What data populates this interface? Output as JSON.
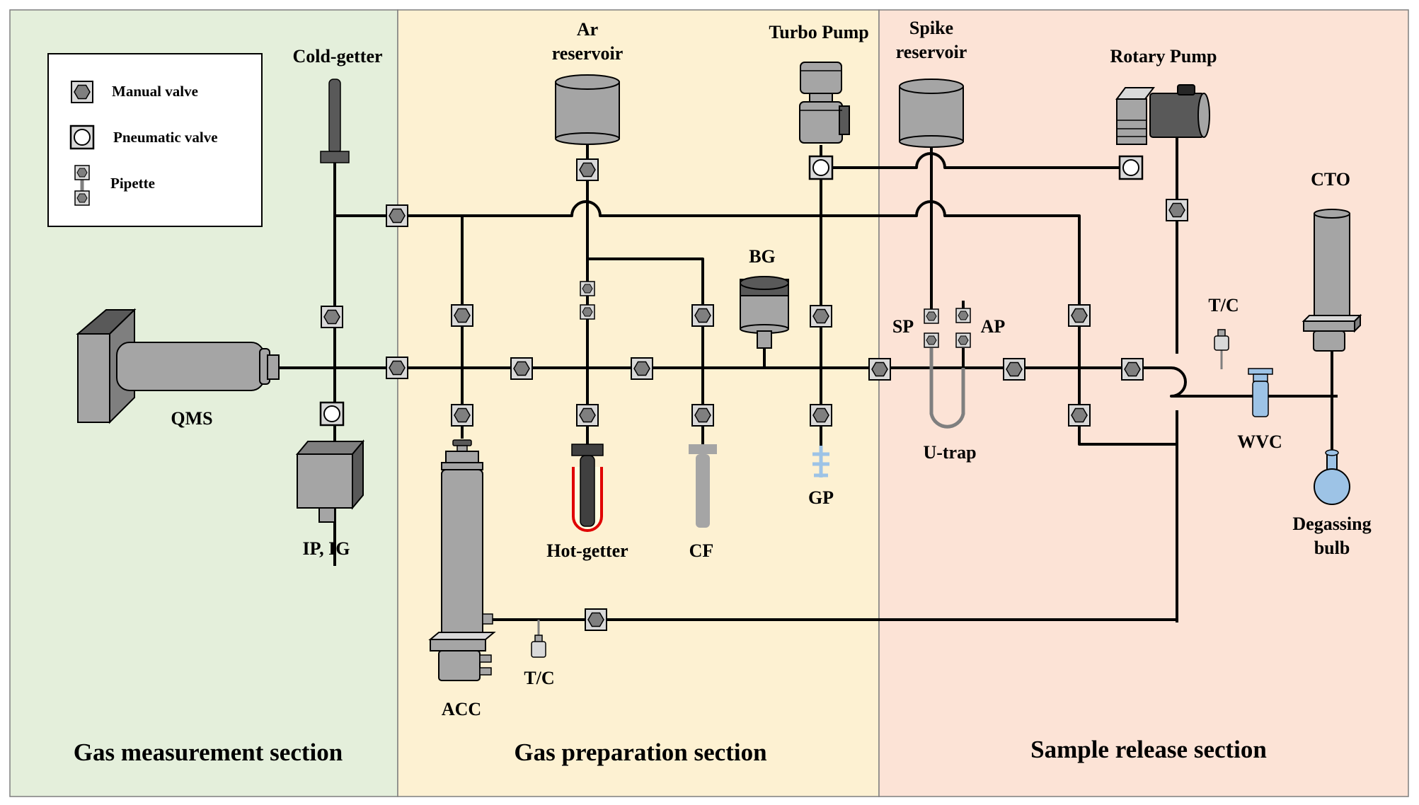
{
  "sections": {
    "gas_measurement": "Gas measurement section",
    "gas_preparation": "Gas preparation section",
    "sample_release": "Sample release section"
  },
  "legend": {
    "manual_valve": "Manual valve",
    "pneumatic_valve": "Pneumatic valve",
    "pipette": "Pipette"
  },
  "labels": {
    "cold_getter": "Cold-getter",
    "ar_reservoir_1": "Ar",
    "ar_reservoir_2": "reservoir",
    "turbo_pump": "Turbo Pump",
    "spike_reservoir_1": "Spike",
    "spike_reservoir_2": "reservoir",
    "rotary_pump": "Rotary Pump",
    "cto": "CTO",
    "bg": "BG",
    "qms": "QMS",
    "ip_ig": "IP, IG",
    "sp": "SP",
    "ap": "AP",
    "tc_right": "T/C",
    "tc_bottom": "T/C",
    "u_trap": "U-trap",
    "wvc": "WVC",
    "degassing_bulb_1": "Degassing",
    "degassing_bulb_2": "bulb",
    "hot_getter": "Hot-getter",
    "cf": "CF",
    "gp": "GP",
    "acc": "ACC"
  },
  "colors": {
    "gas_measurement_bg": "#e4efdb",
    "gas_preparation_bg": "#fdf1d2",
    "sample_release_bg": "#fce3d6",
    "component_gray": "#a5a5a5",
    "dark_gray": "#595959",
    "light_blue": "#9dc3e6",
    "heater_red": "#e00000"
  }
}
